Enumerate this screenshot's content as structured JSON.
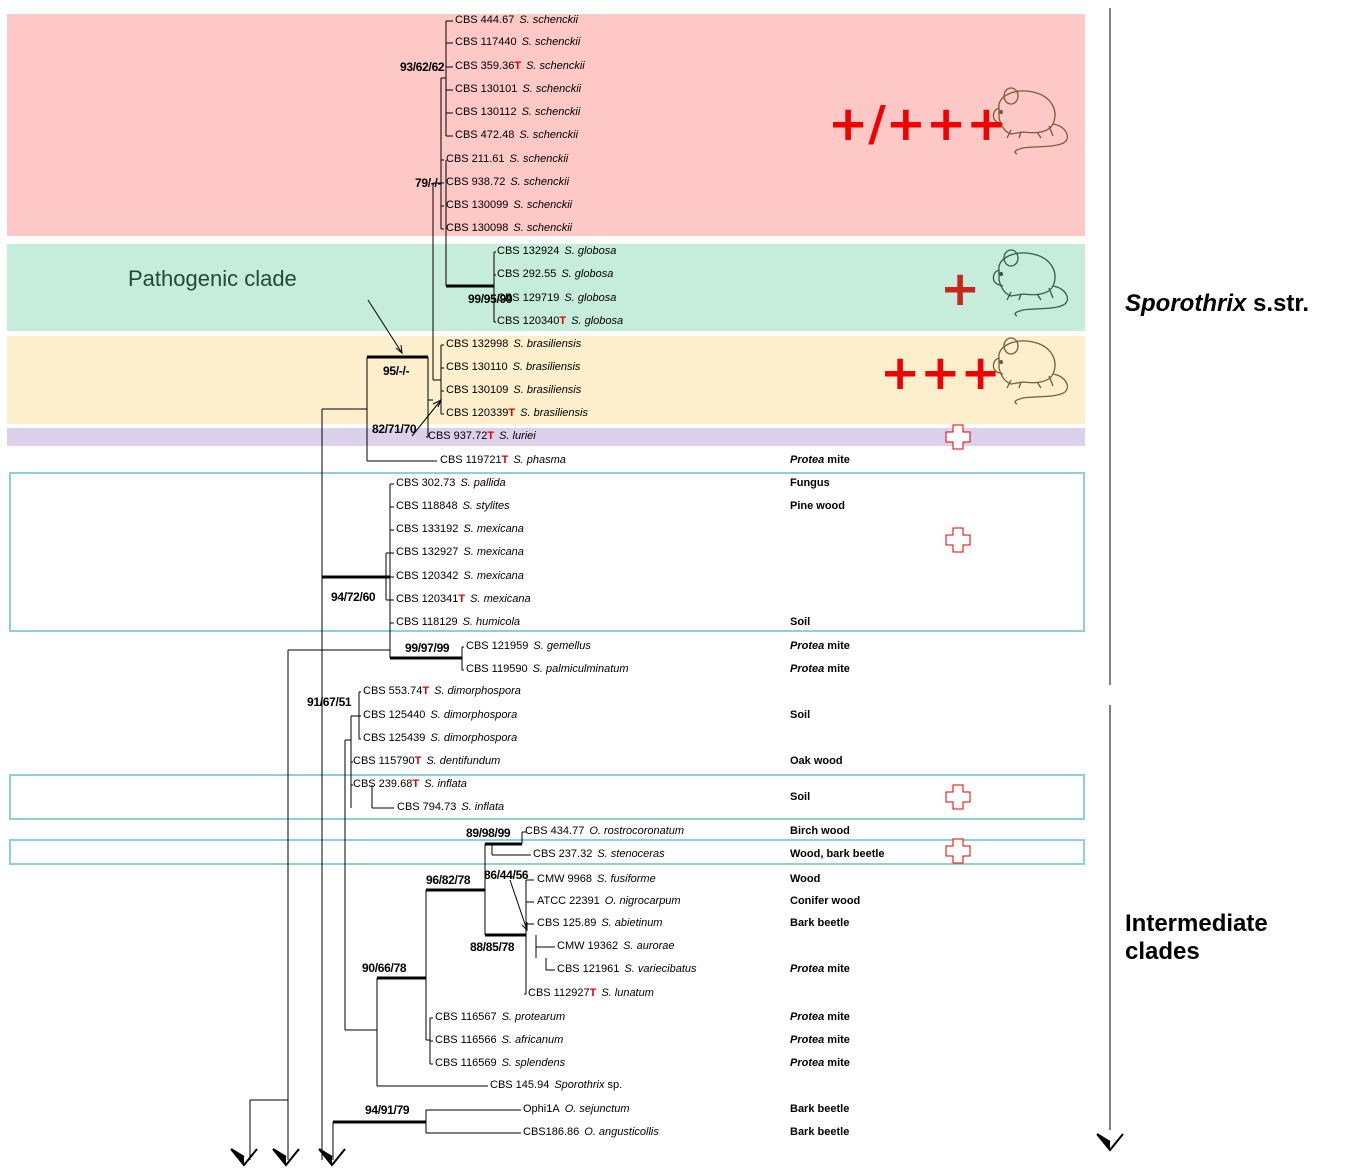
{
  "clade_labels": {
    "sporothrix": {
      "genus": "Sporothrix",
      "suffix": " s.str."
    },
    "intermediate": {
      "line1": "Intermediate",
      "line2": "clades"
    },
    "pathogenic": "Pathogenic clade"
  },
  "virulence": {
    "schenckii": "+/+++",
    "globosa": "+",
    "brasiliensis": "+++"
  },
  "colors": {
    "schenckii_band": "#fdc8c5",
    "globosa_band": "#c6ecdb",
    "brasiliensis_band": "#fdefcc",
    "luriei_band": "#dcd1ea",
    "box_border": "#8ed0d4",
    "type_marker": "#e00000",
    "virulence_red": "#f00000"
  },
  "icons": [
    "mouse-icon",
    "open-cross-icon"
  ],
  "taxa": [
    {
      "strain": "CBS 444.67",
      "t": "",
      "species": "S. schenckii",
      "habitat": ""
    },
    {
      "strain": "CBS 117440",
      "t": "",
      "species": "S. schenckii",
      "habitat": ""
    },
    {
      "strain": "CBS 359.36",
      "t": "T",
      "species": "S. schenckii",
      "habitat": ""
    },
    {
      "strain": "CBS 130101",
      "t": "",
      "species": "S. schenckii",
      "habitat": ""
    },
    {
      "strain": "CBS 130112",
      "t": "",
      "species": "S. schenckii",
      "habitat": ""
    },
    {
      "strain": "CBS 472.48",
      "t": "",
      "species": "S. schenckii",
      "habitat": ""
    },
    {
      "strain": "CBS 211.61",
      "t": "",
      "species": "S. schenckii",
      "habitat": ""
    },
    {
      "strain": "CBS 938.72",
      "t": "",
      "species": "S. schenckii",
      "habitat": ""
    },
    {
      "strain": "CBS 130099",
      "t": "",
      "species": "S. schenckii",
      "habitat": ""
    },
    {
      "strain": "CBS 130098",
      "t": "",
      "species": "S. schenckii",
      "habitat": ""
    },
    {
      "strain": "CBS 132924",
      "t": "",
      "species": "S. globosa",
      "habitat": ""
    },
    {
      "strain": "CBS 292.55",
      "t": "",
      "species": "S. globosa",
      "habitat": ""
    },
    {
      "strain": "CBS 129719",
      "t": "",
      "species": "S. globosa",
      "habitat": ""
    },
    {
      "strain": "CBS 120340",
      "t": "T",
      "species": "S. globosa",
      "habitat": ""
    },
    {
      "strain": "CBS 132998",
      "t": "",
      "species": "S. brasiliensis",
      "habitat": ""
    },
    {
      "strain": "CBS 130110",
      "t": "",
      "species": "S. brasiliensis",
      "habitat": ""
    },
    {
      "strain": "CBS 130109",
      "t": "",
      "species": "S. brasiliensis",
      "habitat": ""
    },
    {
      "strain": "CBS 120339",
      "t": "T",
      "species": "S. brasiliensis",
      "habitat": ""
    },
    {
      "strain": "CBS 937.72",
      "t": "T",
      "species": "S. luriei",
      "habitat": ""
    },
    {
      "strain": "CBS 119721",
      "t": "T",
      "species": "S. phasma",
      "habitat_i": "Protea",
      "habitat": " mite"
    },
    {
      "strain": "CBS 302.73",
      "t": "",
      "species": "S. pallida",
      "habitat": "Fungus"
    },
    {
      "strain": "CBS 118848",
      "t": "",
      "species": "S. stylites",
      "habitat": "Pine wood"
    },
    {
      "strain": "CBS 133192",
      "t": "",
      "species": "S. mexicana",
      "habitat": ""
    },
    {
      "strain": "CBS 132927",
      "t": "",
      "species": "S. mexicana",
      "habitat": ""
    },
    {
      "strain": "CBS 120342",
      "t": "",
      "species": "S. mexicana",
      "habitat": ""
    },
    {
      "strain": "CBS 120341",
      "t": "T",
      "species": "S. mexicana",
      "habitat": ""
    },
    {
      "strain": "CBS 118129",
      "t": "",
      "species": "S. humicola",
      "habitat": "Soil"
    },
    {
      "strain": "CBS 121959",
      "t": "",
      "species": "S. gemellus",
      "habitat_i": "Protea",
      "habitat": " mite"
    },
    {
      "strain": "CBS 119590",
      "t": "",
      "species": "S. palmiculminatum",
      "habitat_i": "Protea",
      "habitat": " mite"
    },
    {
      "strain": "CBS 553.74",
      "t": "T",
      "species": "S. dimorphospora",
      "habitat": ""
    },
    {
      "strain": "CBS 125440",
      "t": "",
      "species": "S. dimorphospora",
      "habitat": "Soil"
    },
    {
      "strain": "CBS 125439",
      "t": "",
      "species": "S. dimorphospora",
      "habitat": ""
    },
    {
      "strain": "CBS 115790",
      "t": "T",
      "species": "S. dentifundum",
      "habitat": "Oak wood"
    },
    {
      "strain": "CBS 239.68",
      "t": "T",
      "species": "S. inflata",
      "habitat": ""
    },
    {
      "strain": "CBS 794.73",
      "t": "",
      "species": "S. inflata",
      "habitat": ""
    },
    {
      "strain": "CBS 434.77",
      "t": "",
      "species": "O. rostrocoronatum",
      "habitat": "Birch  wood"
    },
    {
      "strain": "CBS 237.32",
      "t": "",
      "species": "S. stenoceras",
      "habitat": "Wood, bark beetle"
    },
    {
      "strain": "CMW 9968",
      "t": "",
      "species": "S. fusiforme",
      "habitat": "Wood"
    },
    {
      "strain": "ATCC 22391",
      "t": "",
      "species": "O. nigrocarpum",
      "habitat": "Conifer wood"
    },
    {
      "strain": "CBS 125.89",
      "t": "",
      "species": "S. abietinum",
      "habitat": "Bark beetle"
    },
    {
      "strain": "CMW 19362",
      "t": "",
      "species": "S. aurorae",
      "habitat": ""
    },
    {
      "strain": "CBS 121961",
      "t": "",
      "species": "S. variecibatus",
      "habitat_i": "Protea",
      "habitat": " mite"
    },
    {
      "strain": "CBS 112927",
      "t": "T",
      "species": "S. lunatum",
      "habitat": ""
    },
    {
      "strain": "CBS 116567",
      "t": "",
      "species": "S. protearum",
      "habitat_i": "Protea",
      "habitat": " mite"
    },
    {
      "strain": "CBS 116566",
      "t": "",
      "species": "S. africanum",
      "habitat_i": "Protea",
      "habitat": " mite"
    },
    {
      "strain": "CBS 116569",
      "t": "",
      "species": "S. splendens",
      "habitat_i": "Protea",
      "habitat": " mite"
    },
    {
      "strain": "CBS 145.94",
      "t": "",
      "species": "Sporothrix",
      "species_suffix": " sp.",
      "habitat": ""
    },
    {
      "strain": "Ophi1A",
      "t": "",
      "species": "O. sejunctum",
      "habitat": "Bark beetle"
    },
    {
      "strain": "CBS186.86",
      "t": "",
      "species": "O. angusticollis",
      "habitat": "Bark beetle"
    }
  ],
  "soil_inflata_habitat": "Soil",
  "support": [
    "93/62/62",
    "79/-/-",
    "99/95/99",
    "95/-/-",
    "82/71/70",
    "94/72/60",
    "99/97/99",
    "91/67/51",
    "89/98/99",
    "86/44/56",
    "96/82/78",
    "88/85/78",
    "90/66/78",
    "94/91/79"
  ]
}
